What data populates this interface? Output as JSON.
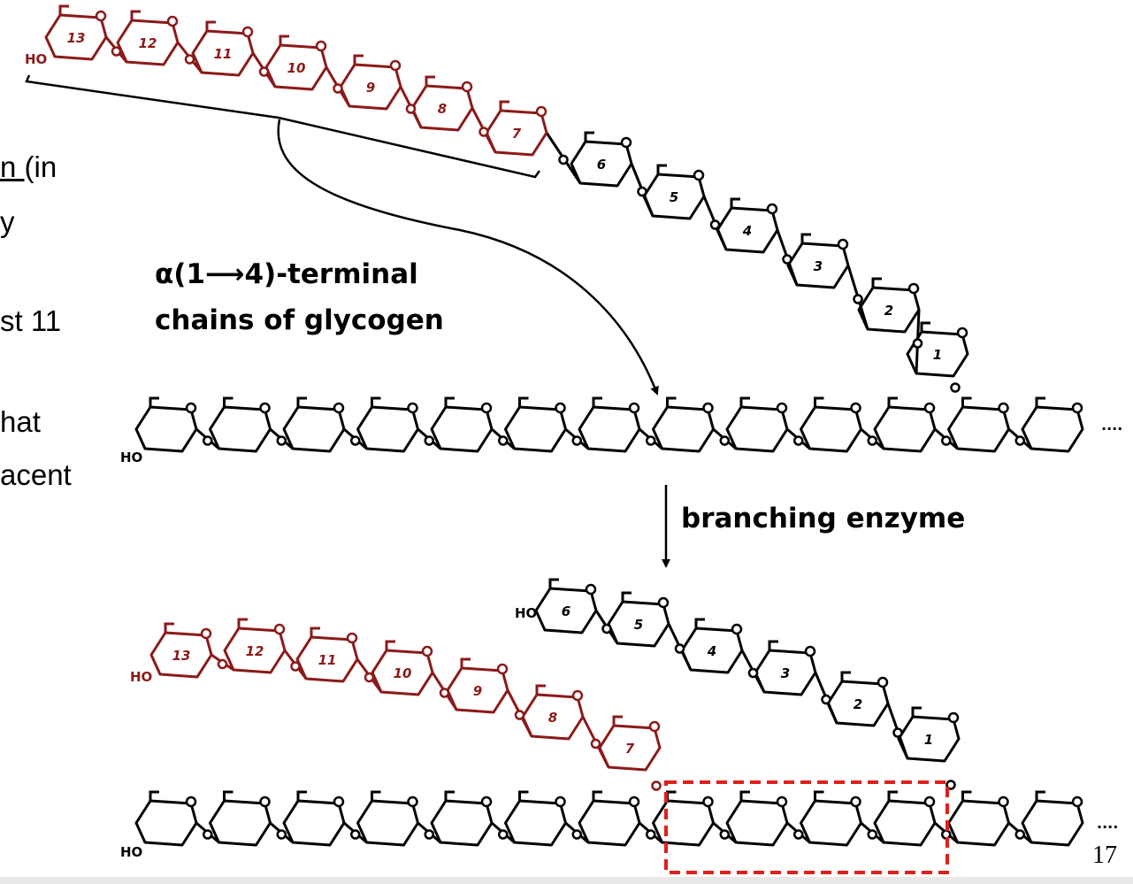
{
  "slide": {
    "left_text_fragments": [
      "n (in",
      "y",
      "st 11",
      "hat",
      "acent"
    ],
    "page_number": "17"
  },
  "diagram": {
    "label_chain": "α(1⟶4)-terminal",
    "label_chain_2": "chains of glycogen",
    "label_enzyme": "branching enzyme",
    "hydroxyl": "HO",
    "oxygen": "O",
    "continuation": "····",
    "top_chain_numbers": [
      "13",
      "12",
      "11",
      "10",
      "9",
      "8",
      "7",
      "6",
      "5",
      "4",
      "3",
      "2",
      "1"
    ],
    "bottom_red_numbers": [
      "13",
      "12",
      "11",
      "10",
      "9",
      "8",
      "7"
    ],
    "bottom_black_numbers": [
      "6",
      "5",
      "4",
      "3",
      "2",
      "1"
    ],
    "colors": {
      "red_chain": "#8b1a1a",
      "black_chain": "#000000",
      "highlight_box": "#e0201b"
    }
  }
}
